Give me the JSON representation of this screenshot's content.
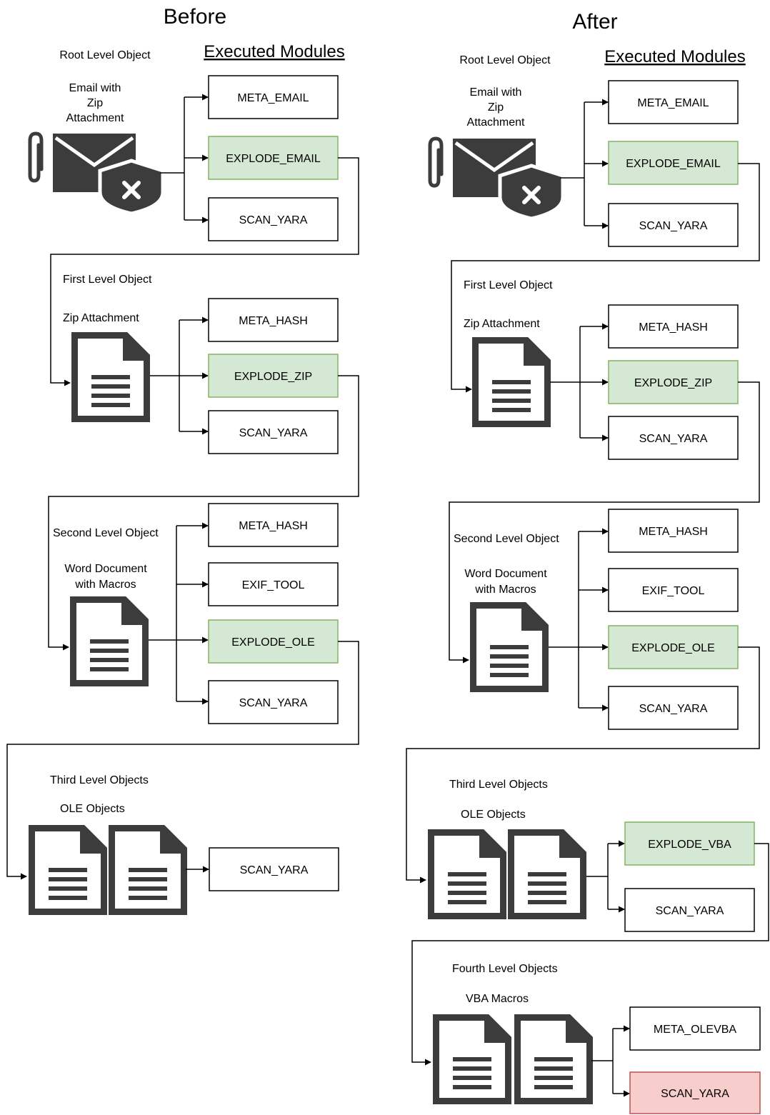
{
  "before": {
    "title": "Before",
    "modules_heading": "Executed Modules",
    "levels": [
      {
        "level_label": "Root Level Object",
        "object_label": [
          "Email with",
          "Zip",
          "Attachment"
        ],
        "modules": [
          {
            "name": "META_EMAIL",
            "state": "normal"
          },
          {
            "name": "EXPLODE_EMAIL",
            "state": "explode"
          },
          {
            "name": "SCAN_YARA",
            "state": "normal"
          }
        ]
      },
      {
        "level_label": "First Level Object",
        "object_label": [
          "Zip Attachment"
        ],
        "modules": [
          {
            "name": "META_HASH",
            "state": "normal"
          },
          {
            "name": "EXPLODE_ZIP",
            "state": "explode"
          },
          {
            "name": "SCAN_YARA",
            "state": "normal"
          }
        ]
      },
      {
        "level_label": "Second Level Object",
        "object_label": [
          "Word Document",
          "with Macros"
        ],
        "modules": [
          {
            "name": "META_HASH",
            "state": "normal"
          },
          {
            "name": "EXIF_TOOL",
            "state": "normal"
          },
          {
            "name": "EXPLODE_OLE",
            "state": "explode"
          },
          {
            "name": "SCAN_YARA",
            "state": "normal"
          }
        ]
      },
      {
        "level_label": "Third Level Objects",
        "object_label": [
          "OLE Objects"
        ],
        "modules": [
          {
            "name": "SCAN_YARA",
            "state": "normal"
          }
        ]
      }
    ]
  },
  "after": {
    "title": "After",
    "modules_heading": "Executed Modules",
    "levels": [
      {
        "level_label": "Root Level Object",
        "object_label": [
          "Email with",
          "Zip",
          "Attachment"
        ],
        "modules": [
          {
            "name": "META_EMAIL",
            "state": "normal"
          },
          {
            "name": "EXPLODE_EMAIL",
            "state": "explode"
          },
          {
            "name": "SCAN_YARA",
            "state": "normal"
          }
        ]
      },
      {
        "level_label": "First Level Object",
        "object_label": [
          "Zip Attachment"
        ],
        "modules": [
          {
            "name": "META_HASH",
            "state": "normal"
          },
          {
            "name": "EXPLODE_ZIP",
            "state": "explode"
          },
          {
            "name": "SCAN_YARA",
            "state": "normal"
          }
        ]
      },
      {
        "level_label": "Second Level Object",
        "object_label": [
          "Word Document",
          "with Macros"
        ],
        "modules": [
          {
            "name": "META_HASH",
            "state": "normal"
          },
          {
            "name": "EXIF_TOOL",
            "state": "normal"
          },
          {
            "name": "EXPLODE_OLE",
            "state": "explode"
          },
          {
            "name": "SCAN_YARA",
            "state": "normal"
          }
        ]
      },
      {
        "level_label": "Third Level Objects",
        "object_label": [
          "OLE Objects"
        ],
        "modules": [
          {
            "name": "EXPLODE_VBA",
            "state": "explode"
          },
          {
            "name": "SCAN_YARA",
            "state": "normal"
          }
        ]
      },
      {
        "level_label": "Fourth Level Objects",
        "object_label": [
          "VBA Macros"
        ],
        "modules": [
          {
            "name": "META_OLEVBA",
            "state": "normal"
          },
          {
            "name": "SCAN_YARA",
            "state": "alert"
          }
        ]
      }
    ]
  },
  "colors": {
    "line": "#000000",
    "icon": "#3c3c3c",
    "box_normal_fill": "#ffffff",
    "box_normal_stroke": "#000000",
    "box_explode_fill": "#d5e8d4",
    "box_explode_stroke": "#82b366",
    "box_alert_fill": "#f8cecc",
    "box_alert_stroke": "#b85450"
  },
  "icons": {
    "email": "email-with-paperclip-and-shield-x-icon",
    "document": "document-icon"
  }
}
